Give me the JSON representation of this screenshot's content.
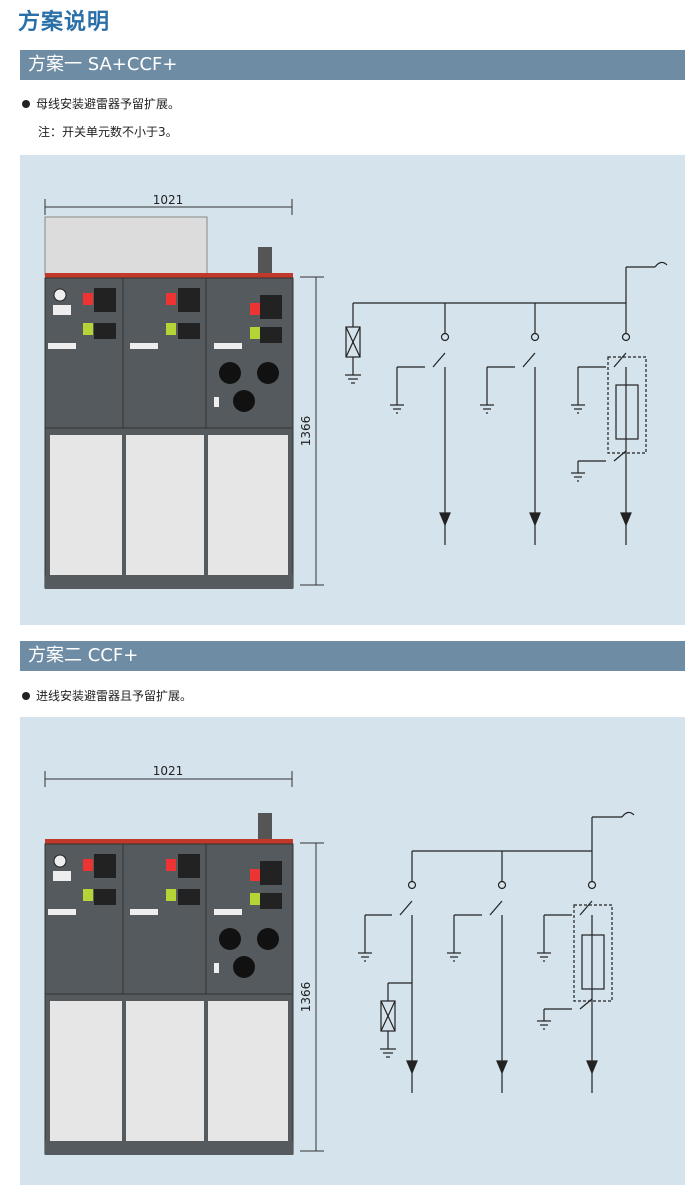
{
  "page": {
    "title": "方案说明"
  },
  "scheme1": {
    "heading": "方案一 SA+CCF+",
    "bullet": "母线安装避雷器予留扩展。",
    "note": "注：开关单元数不小于3。",
    "dim_width": "1021",
    "dim_height": "1366"
  },
  "scheme2": {
    "heading": "方案二 CCF+",
    "bullet": "进线安装避雷器且予留扩展。",
    "dim_width": "1021",
    "dim_height": "1366"
  },
  "colors": {
    "accent": "#2a6fa8",
    "bar": "#6f8ca5",
    "panel": "#d5e3ec",
    "cabinet_red": "#c0392b"
  }
}
